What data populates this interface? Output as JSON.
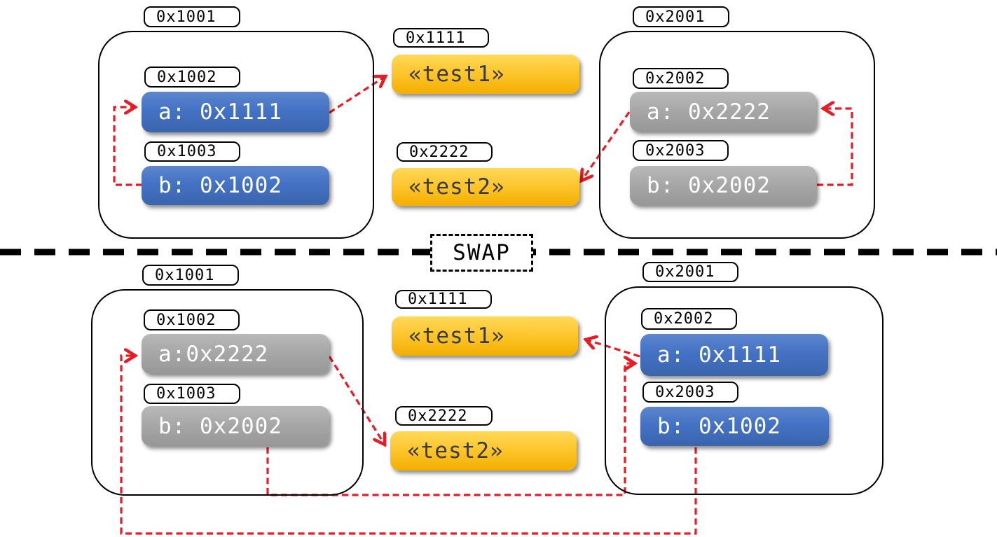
{
  "palette": {
    "box_blue": "#4472c4",
    "box_gray": "#a6a6a6",
    "box_yellow": "#fdc52c",
    "arrow_red": "#e81c24",
    "outline": "#000000"
  },
  "divider": {
    "label": "SWAP"
  },
  "panels": {
    "before": {
      "left_frame": {
        "address": "0x1001",
        "slots": [
          {
            "address": "0x1002",
            "value": "a: 0x1111",
            "style": "blue"
          },
          {
            "address": "0x1003",
            "value": "b: 0x1002",
            "style": "blue"
          }
        ]
      },
      "heap": [
        {
          "address": "0x1111",
          "value": "«test1»"
        },
        {
          "address": "0x2222",
          "value": "«test2»"
        }
      ],
      "right_frame": {
        "address": "0x2001",
        "slots": [
          {
            "address": "0x2002",
            "value": "a: 0x2222",
            "style": "gray"
          },
          {
            "address": "0x2003",
            "value": "b: 0x2002",
            "style": "gray"
          }
        ]
      },
      "arrows": [
        {
          "from": "a (0x1002)",
          "to": "«test1» (0x1111)"
        },
        {
          "from": "b (0x1003)",
          "to": "slot a (0x1002)"
        },
        {
          "from": "a (0x2002)",
          "to": "«test2» (0x2222)"
        },
        {
          "from": "b (0x2003)",
          "to": "slot a (0x2002)"
        }
      ]
    },
    "after": {
      "left_frame": {
        "address": "0x1001",
        "slots": [
          {
            "address": "0x1002",
            "value": "a:0x2222",
            "style": "gray"
          },
          {
            "address": "0x1003",
            "value": "b: 0x2002",
            "style": "gray"
          }
        ]
      },
      "heap": [
        {
          "address": "0x1111",
          "value": "«test1»"
        },
        {
          "address": "0x2222",
          "value": "«test2»"
        }
      ],
      "right_frame": {
        "address": "0x2001",
        "slots": [
          {
            "address": "0x2002",
            "value": "a: 0x1111",
            "style": "blue"
          },
          {
            "address": "0x2003",
            "value": "b: 0x1002",
            "style": "blue"
          }
        ]
      },
      "arrows": [
        {
          "from": "a (0x1002)",
          "to": "«test2» (0x2222)"
        },
        {
          "from": "a (0x2002)",
          "to": "«test1» (0x1111)"
        },
        {
          "from": "b (0x1003)",
          "to": "slot a (0x2002)"
        },
        {
          "from": "b (0x2003)",
          "to": "slot a (0x1002)"
        }
      ]
    }
  }
}
